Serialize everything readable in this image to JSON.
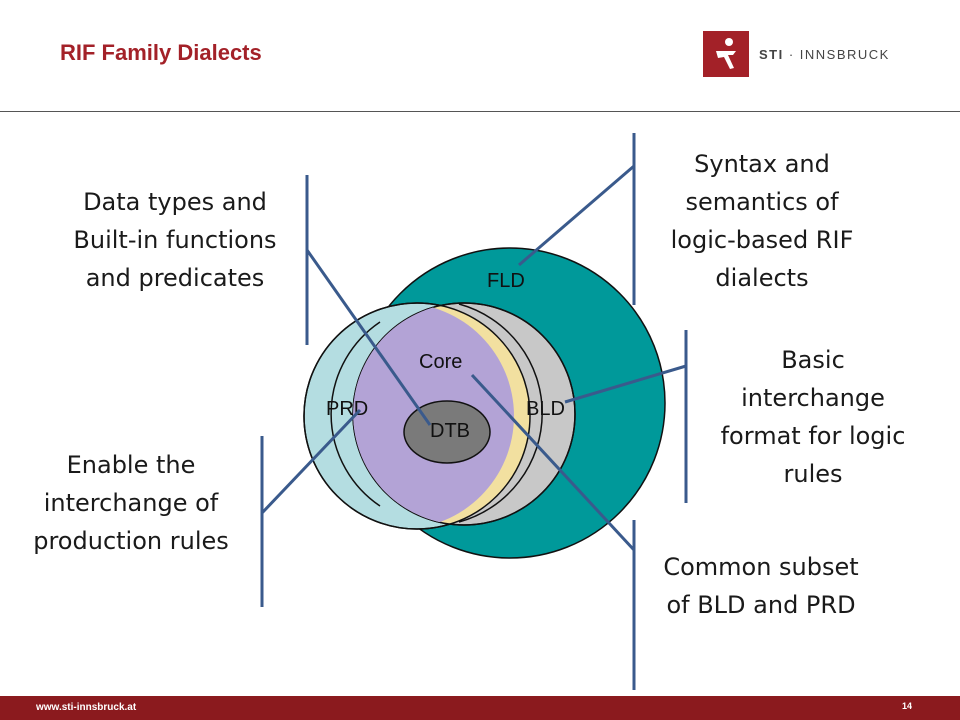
{
  "header": {
    "title": "RIF Family Dialects",
    "logo_bold": "STI",
    "logo_rest": " · INNSBRUCK"
  },
  "diagram": {
    "labels": {
      "fld": "FLD",
      "core": "Core",
      "prd": "PRD",
      "bld": "BLD",
      "dtb": "DTB"
    },
    "colors": {
      "fld": "#00999a",
      "prd_outer": "#b4dde1",
      "prd_inner": "#f2e0a0",
      "bld": "#c8c8c8",
      "core": "#b3a3d6",
      "dtb": "#7a7a7a",
      "callout_line": "#3a5a8c"
    }
  },
  "callouts": {
    "data_types": "Data types and Built-in functions and predicates",
    "syntax": "Syntax and semantics of logic-based RIF dialects",
    "basic": "Basic interchange format for logic rules",
    "enable": "Enable the interchange of production rules",
    "common": "Common subset of BLD and PRD"
  },
  "footer": {
    "url": "www.sti-innsbruck.at",
    "page": "14"
  }
}
